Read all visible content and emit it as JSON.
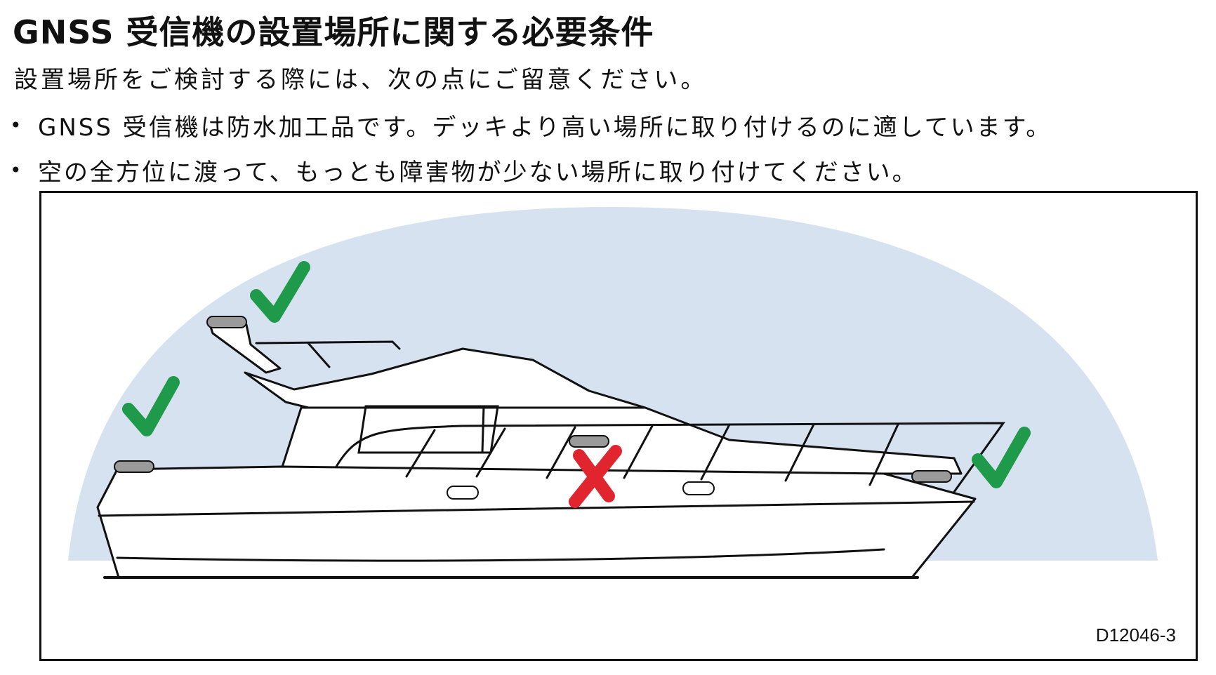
{
  "heading": "GNSS 受信機の設置場所に関する必要条件",
  "intro": "設置場所をご検討する際には、次の点にご留意ください。",
  "bullets": [
    {
      "marker": "•",
      "text": "GNSS 受信機は防水加工品です。デッキより高い場所に取り付けるのに適しています。"
    },
    {
      "marker": "•",
      "text": "空の全方位に渡って、もっとも障害物が少ない場所に取り付けてください。"
    }
  ],
  "figure": {
    "id_label": "D12046-3",
    "colors": {
      "sky_dome": "#d6e2ef",
      "ok_mark": "#1e9a4a",
      "bad_mark": "#e0252f",
      "outline": "#111111",
      "receiver": "#9a9a9a"
    },
    "marks": [
      {
        "name": "flybridge-mount",
        "status": "ok",
        "icon": "check-icon"
      },
      {
        "name": "bow-mount",
        "status": "ok",
        "icon": "check-icon"
      },
      {
        "name": "stern-mount",
        "status": "ok",
        "icon": "check-icon"
      },
      {
        "name": "cabin-side-mount",
        "status": "not-ok",
        "icon": "cross-icon"
      }
    ]
  }
}
